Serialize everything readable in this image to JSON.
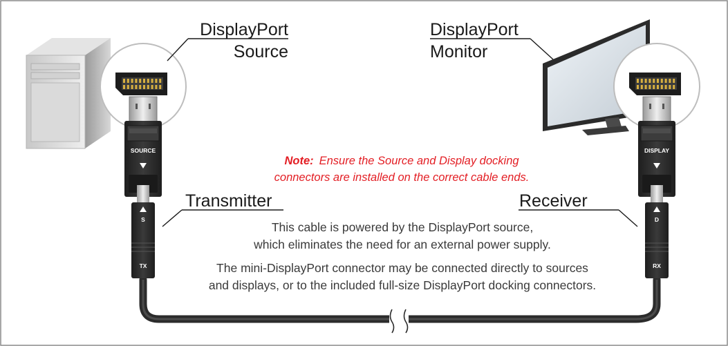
{
  "source": {
    "title_line1": "DisplayPort",
    "title_line2": "Source",
    "connector_label": "SOURCE"
  },
  "monitor": {
    "title_line1": "DisplayPort",
    "title_line2": "Monitor",
    "connector_label": "DISPLAY"
  },
  "transmitter": {
    "label": "Transmitter",
    "end_letter": "S",
    "tag": "TX"
  },
  "receiver": {
    "label": "Receiver",
    "end_letter": "D",
    "tag": "RX"
  },
  "note": {
    "prefix": "Note:",
    "line1": "Ensure the Source and Display docking",
    "line2": "connectors are installed on the correct cable ends."
  },
  "info": {
    "line1": "This cable is powered by the DisplayPort source,",
    "line2": "which eliminates the need for an external power supply.",
    "line3": "The mini-DisplayPort connector may be connected directly to sources",
    "line4": "and displays, or to the included full-size DisplayPort docking connectors."
  },
  "colors": {
    "note_red": "#e31e24",
    "connector": "#2d2d2d",
    "frame": "#8a8a8a"
  },
  "icons": [
    "pc-tower-icon",
    "monitor-icon",
    "displayport-plug-icon",
    "cable-break-icon"
  ]
}
